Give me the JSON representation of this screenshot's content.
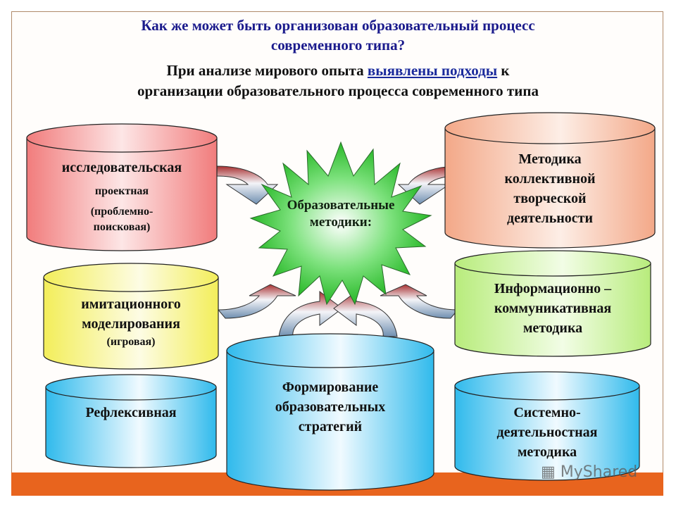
{
  "header": {
    "title_line1": "Как же может быть организован образовательный процесс",
    "title_line2": "современного типа?",
    "subtitle_prefix": "При анализе мирового опыта",
    "subtitle_link": "выявлены подходы",
    "subtitle_suffix": "к",
    "subtitle_line2": "организации образовательного процесса  современного типа"
  },
  "center": {
    "line1": "Образовательные",
    "line2": "методики:",
    "color": "#3cc43c"
  },
  "cylinders": [
    {
      "id": "research",
      "lines": [
        "исследовательская"
      ],
      "small": [
        "проектная",
        "(проблемно-",
        "поисковая)"
      ],
      "color": "#f48a8a"
    },
    {
      "id": "collective",
      "lines": [
        "Методика",
        "коллективной",
        "творческой",
        "деятельности"
      ],
      "color": "#f6b396"
    },
    {
      "id": "imitation",
      "lines": [
        "имитационного",
        "моделирования"
      ],
      "small": [
        "(игровая)"
      ],
      "color": "#f4f070"
    },
    {
      "id": "infocomm",
      "lines": [
        "Информационно –",
        "коммуникативная",
        "методика"
      ],
      "color": "#c2f08c"
    },
    {
      "id": "reflexive",
      "lines": [
        "Рефлексивная"
      ],
      "color": "#3fc0ee"
    },
    {
      "id": "strategies",
      "lines": [
        "Формирование",
        "образовательных",
        "стратегий"
      ],
      "color": "#3fc0ee"
    },
    {
      "id": "systemic",
      "lines": [
        "Системно-",
        "деятельностная",
        "методика"
      ],
      "color": "#3fc0ee"
    }
  ],
  "colors": {
    "frame_border": "#b08a6a",
    "bottom_bar": "#e8641e",
    "title": "#1a1a8c",
    "link": "#1a2a9c"
  },
  "watermark": "MyShared"
}
